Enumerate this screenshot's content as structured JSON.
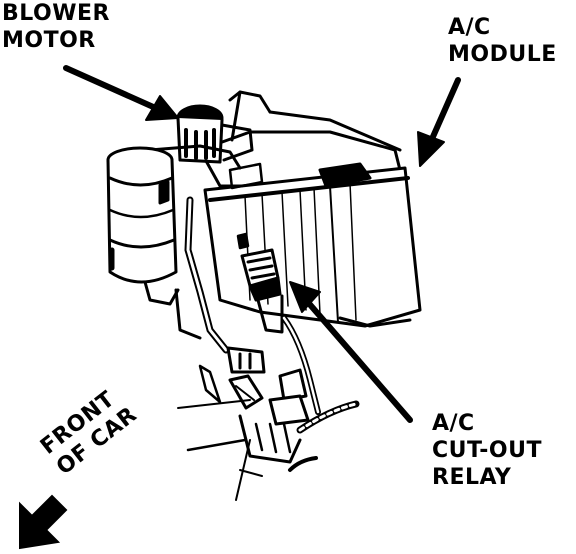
{
  "labels": {
    "blower_motor": [
      "BLOWER",
      "MOTOR"
    ],
    "ac_module": [
      "A/C",
      "MODULE"
    ],
    "ac_cutout_relay": [
      "A/C",
      "CUT-OUT",
      "RELAY"
    ],
    "front_of_car": [
      "FRONT",
      "OF CAR"
    ]
  },
  "colors": {
    "ink": "#000000",
    "paper": "#ffffff"
  },
  "icons": [
    "front-direction-arrow-icon"
  ]
}
